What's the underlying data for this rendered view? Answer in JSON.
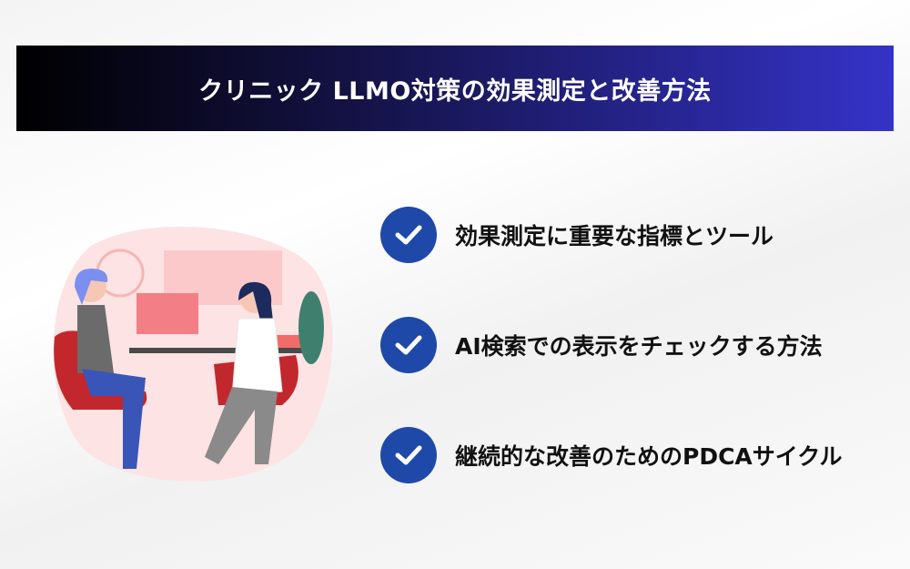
{
  "title": "クリニック LLMO対策の効果測定と改善方法",
  "items": [
    {
      "label": "効果測定に重要な指標とツール",
      "icon": "check-circle-icon"
    },
    {
      "label": "AI検索での表示をチェックする方法",
      "icon": "check-circle-icon"
    },
    {
      "label": "継続的な改善のためのPDCAサイクル",
      "icon": "check-circle-icon"
    }
  ],
  "colors": {
    "accent": "#1f49a8",
    "banner_start": "#000000",
    "banner_end": "#3533c8"
  }
}
